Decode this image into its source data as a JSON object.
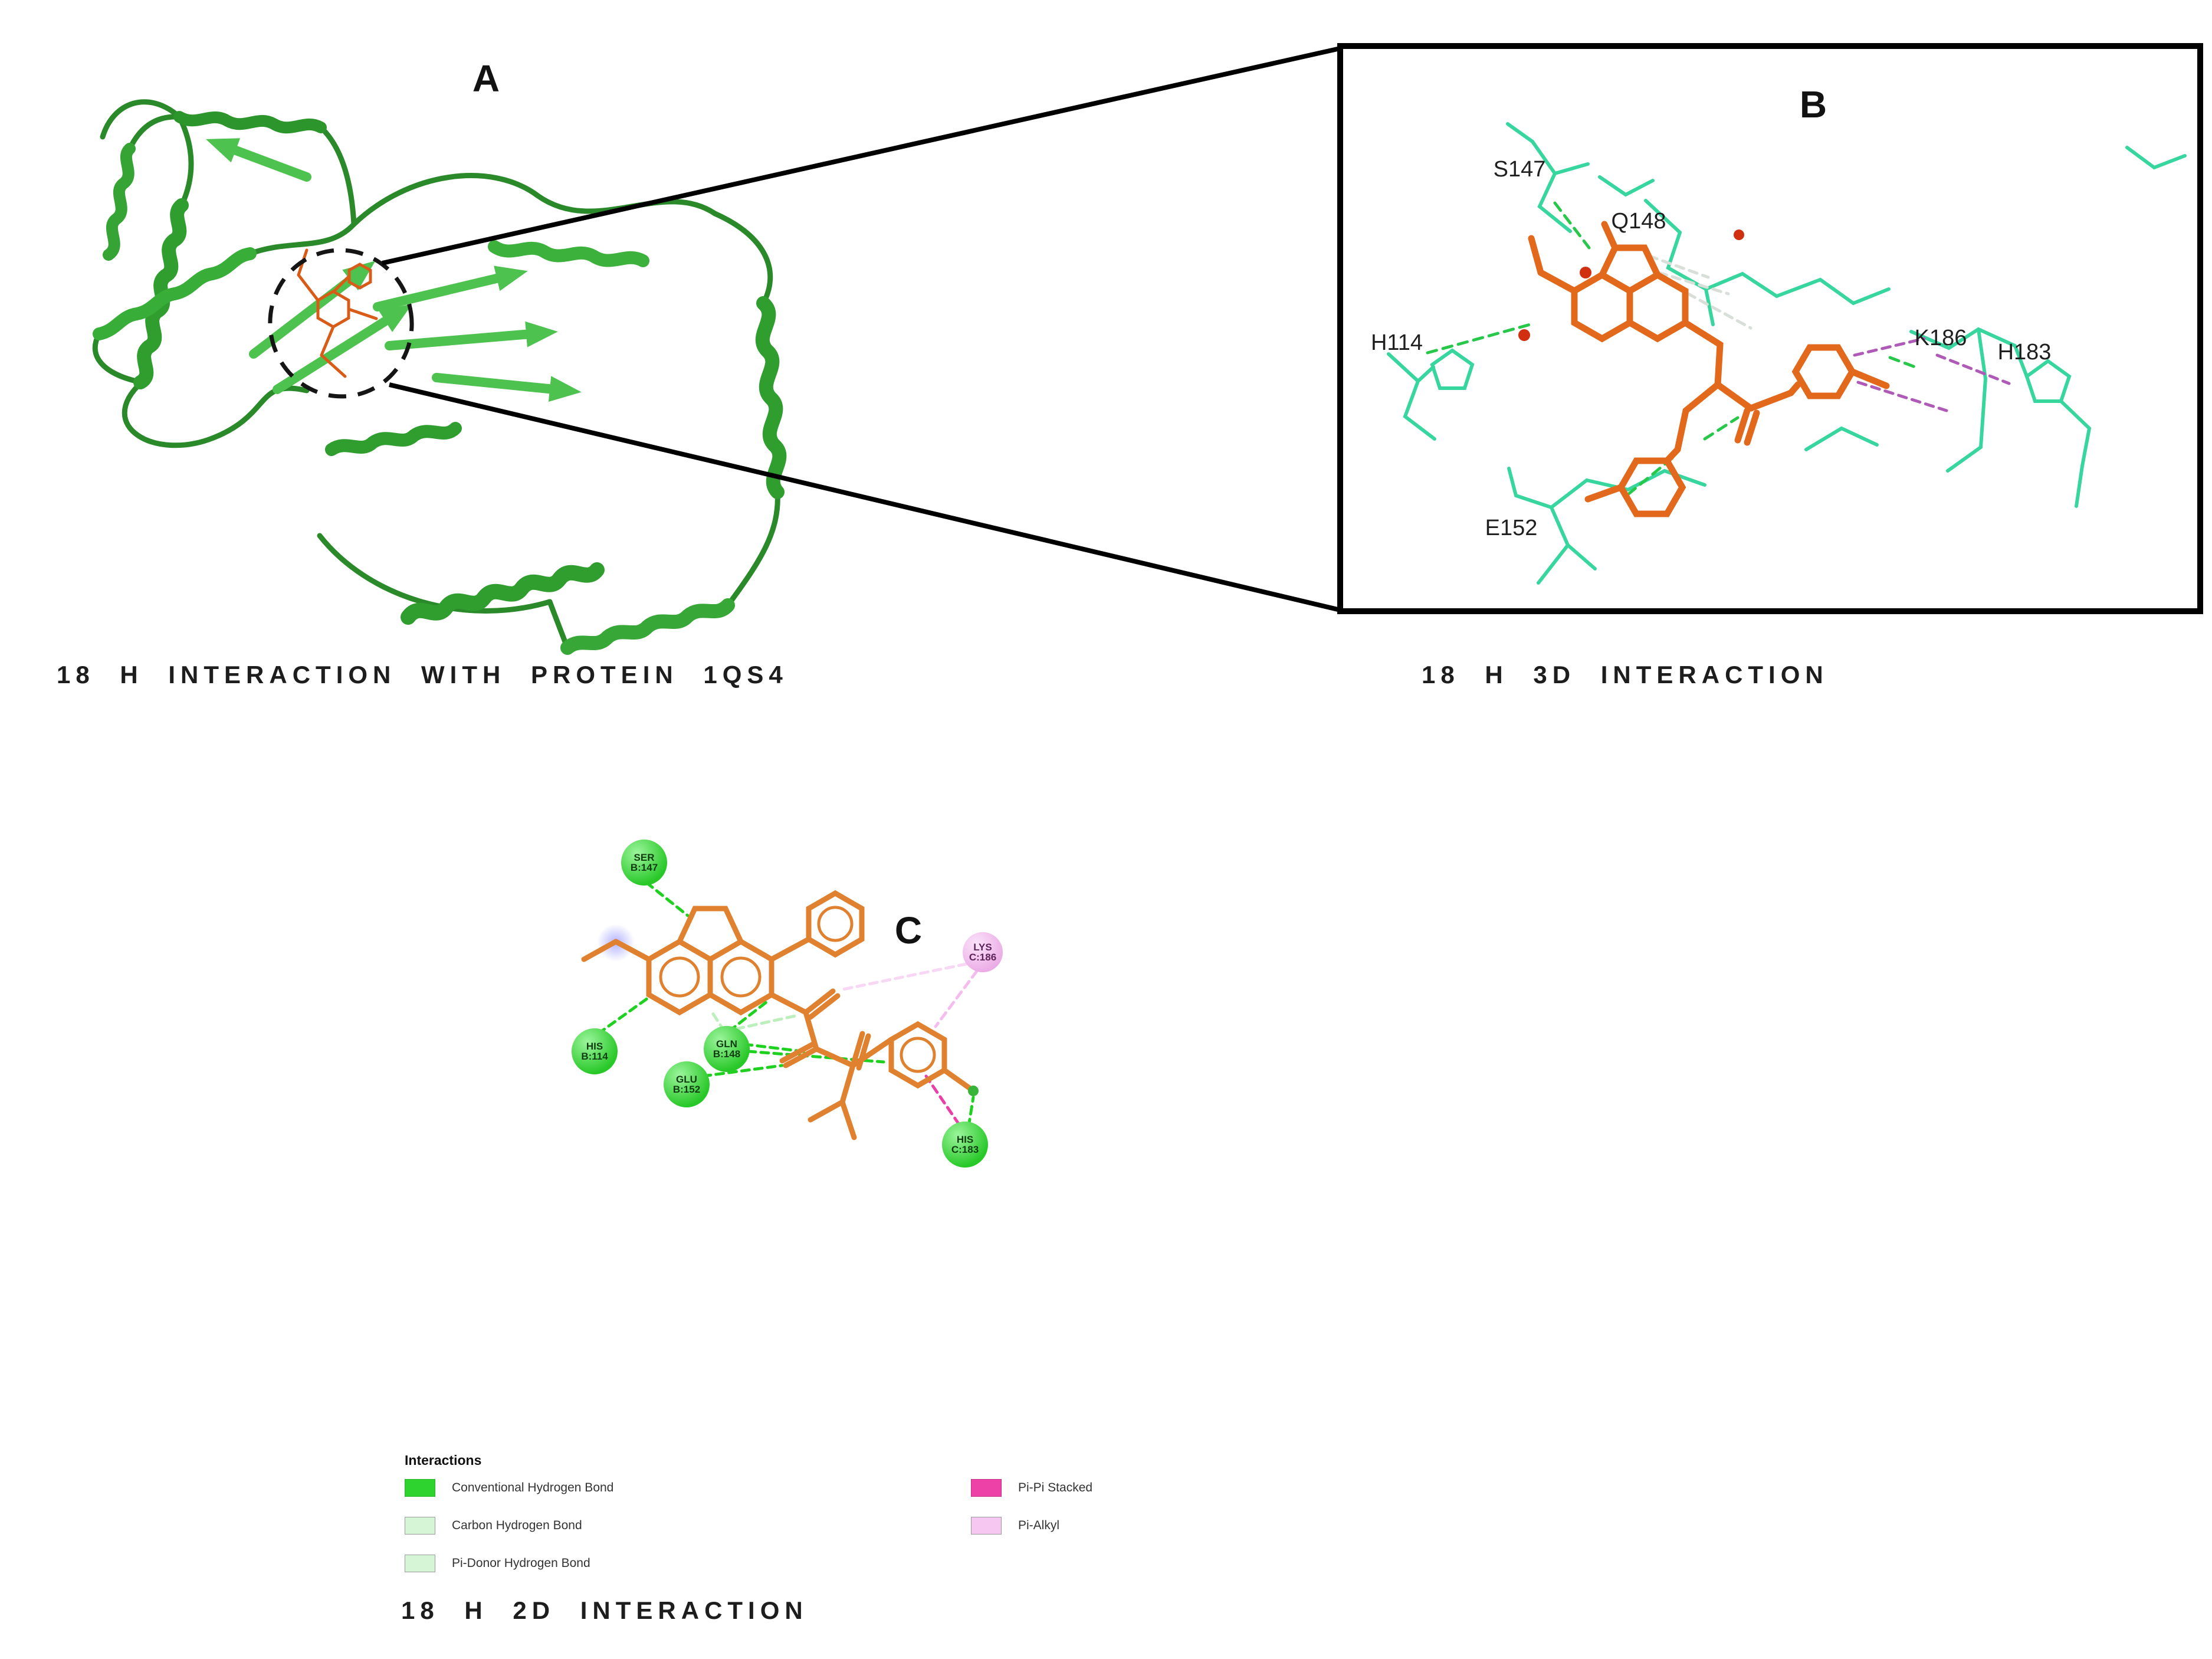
{
  "panels": {
    "a": {
      "label": "A",
      "caption": "18 H INTERACTION WITH PROTEIN 1QS4"
    },
    "b": {
      "label": "B",
      "caption": "18 H 3D INTERACTION",
      "residue_labels": [
        "S147",
        "Q148",
        "H114",
        "K186",
        "H183",
        "E152"
      ]
    },
    "c": {
      "label": "C",
      "caption": "18 H 2D INTERACTION",
      "residues": [
        {
          "line1": "SER",
          "line2": "B:147",
          "type": "conventional-hydrogen-bond"
        },
        {
          "line1": "HIS",
          "line2": "B:114",
          "type": "conventional-hydrogen-bond"
        },
        {
          "line1": "GLN",
          "line2": "B:148",
          "type": "conventional-hydrogen-bond"
        },
        {
          "line1": "GLU",
          "line2": "B:152",
          "type": "conventional-hydrogen-bond"
        },
        {
          "line1": "LYS",
          "line2": "C:186",
          "type": "pi-alkyl"
        },
        {
          "line1": "HIS",
          "line2": "C:183",
          "type": "conventional-hydrogen-bond"
        }
      ]
    }
  },
  "legend": {
    "title": "Interactions",
    "items": [
      {
        "label": "Conventional Hydrogen Bond",
        "color": "#2fd32f"
      },
      {
        "label": "Carbon Hydrogen Bond",
        "color": "#d6f4d6"
      },
      {
        "label": "Pi-Donor Hydrogen Bond",
        "color": "#d6f4d6"
      },
      {
        "label": "Pi-Pi Stacked",
        "color": "#ed41a8"
      },
      {
        "label": "Pi-Alkyl",
        "color": "#f6c7f0"
      }
    ]
  },
  "colors": {
    "protein_ribbon_green": "#3aa83a",
    "ligand_orange": "#e2681c",
    "residue_sticks_teal": "#38d69f",
    "hbond_green": "#1fd11f",
    "pi_pi_magenta": "#ea3fa9",
    "pi_alkyl_pink": "#f4bded",
    "halo_blue": "#8a8aff",
    "frame_black": "#000000"
  }
}
